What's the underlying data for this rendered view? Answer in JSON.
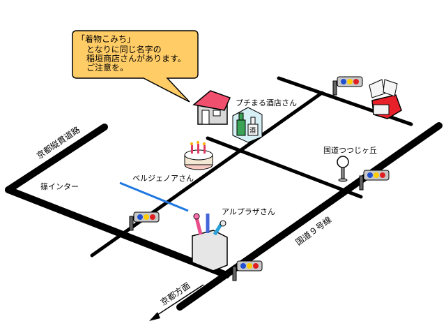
{
  "callout": {
    "title": "「着物こみち」",
    "lines": [
      "となりに同じ名字の",
      "稲垣商店さんがあります。",
      "ご注意を。"
    ]
  },
  "roads": {
    "expressway": "京都縦貫道路",
    "national_route": "国道９号線"
  },
  "places": {
    "interchange": "篠インター",
    "liquor_store": "プチまる酒店さん",
    "cake_shop": "ベルジェノアさん",
    "stationery": "アルプラザさん",
    "tsutsujigaoka": "国道つつじヶ丘"
  },
  "direction": {
    "kyoto": "京都方面"
  },
  "icons": {
    "liquor_bottle_label": "酒"
  },
  "colors": {
    "road": "#000000",
    "path": "#1f78e0",
    "callout_fill": "#ffcc66",
    "house_roof": "#f0506e",
    "shop_red": "#e8202a"
  }
}
